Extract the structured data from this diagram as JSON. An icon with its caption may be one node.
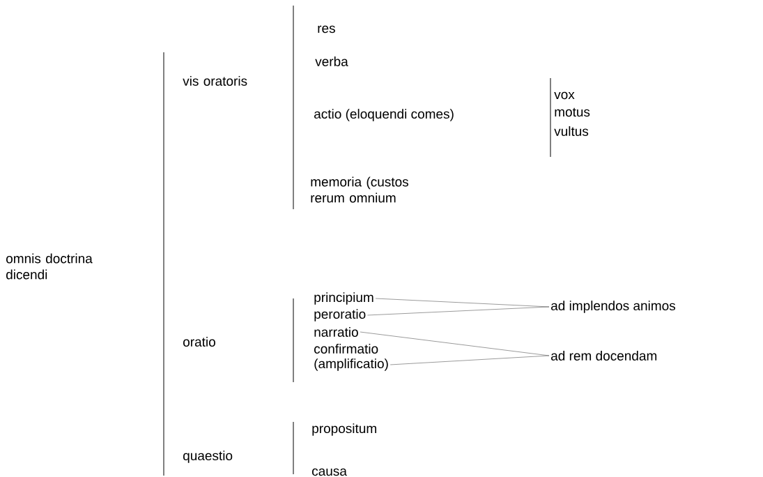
{
  "diagram": {
    "nodes": [
      {
        "text": [
          "principium"
        ]
      },
      {
        "text": [
          "peroratio"
        ]
      },
      {
        "text": [
          "narratio"
        ]
      },
      {
        "text": [
          "confirmatio"
        ]
      },
      {
        "text": [
          "(amplificatio)"
        ]
      },
      {
        "text": [
          "ad implendos animos"
        ]
      },
      {
        "text": [
          "ad rem docendam"
        ]
      }
    ],
    "edges": [
      {
        "from": 0,
        "to": 5,
        "arrow": "none"
      },
      {
        "from": 1,
        "to": 5,
        "arrow": "none"
      },
      {
        "from": 2,
        "to": 6,
        "arrow": "none"
      },
      {
        "from": 4,
        "to": 6,
        "arrow": "none"
      }
    ],
    "labels": [
      "res",
      "verba",
      "vis oratoris",
      "actio (eloquendi comes)",
      "vox",
      "motus",
      "vultus",
      "memoria (custos rerum omnium",
      "omnis doctrina dicendi",
      "oratio",
      "propositum",
      "quaestio",
      "causa"
    ]
  }
}
